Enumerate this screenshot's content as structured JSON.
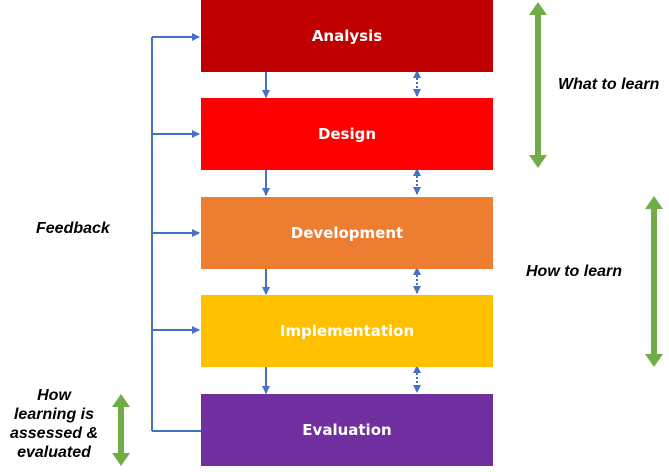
{
  "stages": [
    {
      "label": "Analysis",
      "color": "#C00000"
    },
    {
      "label": "Design",
      "color": "#FF0000"
    },
    {
      "label": "Development",
      "color": "#ED7D31"
    },
    {
      "label": "Implementation",
      "color": "#FFC000"
    },
    {
      "label": "Evaluation",
      "color": "#7030A0"
    }
  ],
  "labels": {
    "feedback": "Feedback",
    "what_to_learn": "What to learn",
    "how_to_learn": "How to learn",
    "assessed_line1": "How",
    "assessed_line2": "learning is",
    "assessed_line3": "assessed &",
    "assessed_line4": "evaluated"
  },
  "colors": {
    "connector": "#4472C4",
    "range_arrow": "#70AD47"
  }
}
